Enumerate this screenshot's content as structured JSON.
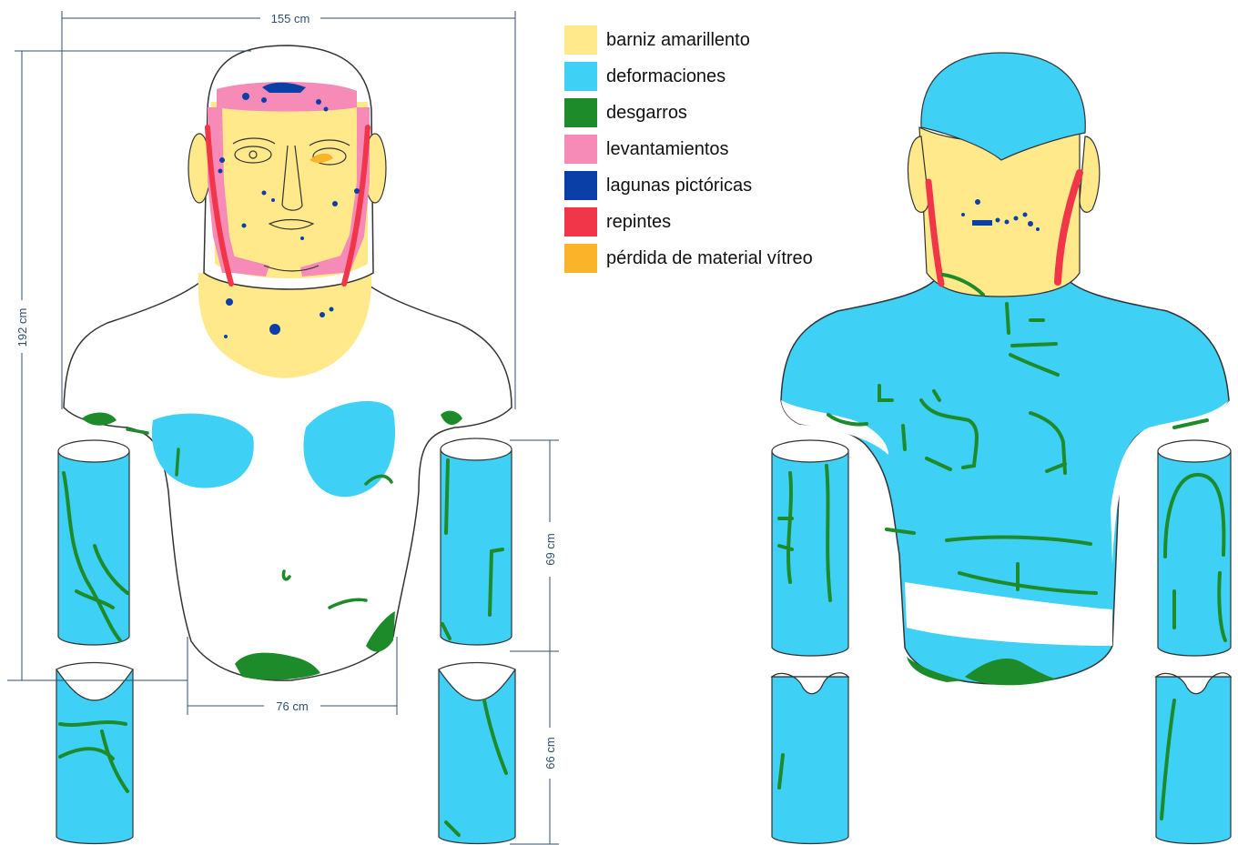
{
  "legend": [
    {
      "label": "barniz amarillento",
      "color": "#FFE98A"
    },
    {
      "label": "deformaciones",
      "color": "#3FD0F6"
    },
    {
      "label": "desgarros",
      "color": "#1E8B2A"
    },
    {
      "label": "levantamientos",
      "color": "#F78BB8"
    },
    {
      "label": "lagunas pictóricas",
      "color": "#0B3FA8"
    },
    {
      "label": "repintes",
      "color": "#F2364A"
    },
    {
      "label": "pérdida de material vítreo",
      "color": "#FBB32A"
    }
  ],
  "dimensions": {
    "width_total": "155 cm",
    "height_total": "192 cm",
    "width_lower": "76 cm",
    "upper_arm": "69 cm",
    "lower_arm": "66 cm"
  },
  "colors": {
    "outline": "#333333",
    "dimension_line": "#2f4f6f",
    "yellow": "#FFE98A",
    "blue": "#3FD0F6",
    "green": "#1E8B2A",
    "pink": "#F78BB8",
    "navy": "#0B3FA8",
    "red": "#F2364A",
    "orange": "#FBB32A"
  }
}
